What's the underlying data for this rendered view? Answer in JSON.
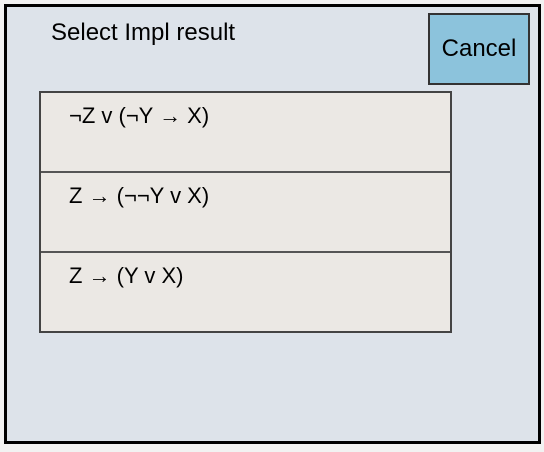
{
  "dialog": {
    "title": "Select Impl result",
    "cancel_label": "Cancel",
    "results": [
      {
        "label": "¬Z v (¬Y → X)"
      },
      {
        "label": "Z → (¬¬Y v X)"
      },
      {
        "label": "Z → (Y v X)"
      }
    ]
  },
  "colors": {
    "dialog_background": "#dde3ea",
    "cancel_button": "#8cc3dc",
    "list_background": "#ebe8e4"
  }
}
